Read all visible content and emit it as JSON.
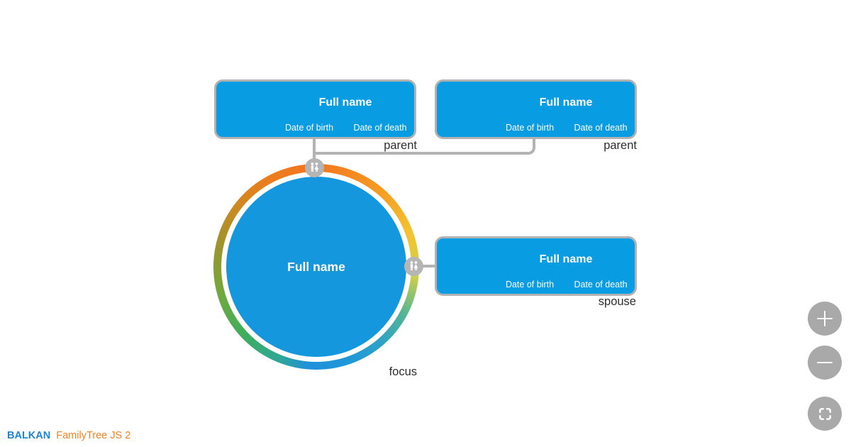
{
  "tree": {
    "nodes": {
      "parent_left": {
        "name": "Full name",
        "birth_label": "Date of birth",
        "death_label": "Date of death",
        "relation_label": "parent"
      },
      "parent_right": {
        "name": "Full name",
        "birth_label": "Date of birth",
        "death_label": "Date of death",
        "relation_label": "parent"
      },
      "spouse": {
        "name": "Full name",
        "birth_label": "Date of birth",
        "death_label": "Date of death",
        "relation_label": "spouse"
      },
      "focus": {
        "name": "Full name",
        "relation_label": "focus"
      }
    },
    "icons": {
      "parents_link": "couple-icon",
      "spouse_link": "couple-icon"
    }
  },
  "controls": {
    "zoom_in_icon": "plus-icon",
    "zoom_out_icon": "minus-icon",
    "fit_icon": "fit-screen-icon"
  },
  "branding": {
    "primary": "BALKAN",
    "secondary": "FamilyTree JS 2"
  },
  "colors": {
    "node_fill": "#089ce2",
    "node_border": "#b2b2b2",
    "focus_fill": "#1497dc",
    "connector": "#b3b3b3",
    "link_icon_fill": "#b5b5b5",
    "button_fill": "#a9a9a9",
    "label_text": "#2d2d2d",
    "brand_primary_color": "#1b86d3",
    "brand_secondary_color": "#f5821f",
    "ring_gradient": [
      "#f4751f",
      "#f59c22",
      "#f3c431",
      "#cfd04a",
      "#53b694",
      "#2da2c8",
      "#1f97d8",
      "#2091da",
      "#2fa795",
      "#3dae5e",
      "#71a83e",
      "#99952d",
      "#c98a20",
      "#ec7d1e"
    ]
  }
}
